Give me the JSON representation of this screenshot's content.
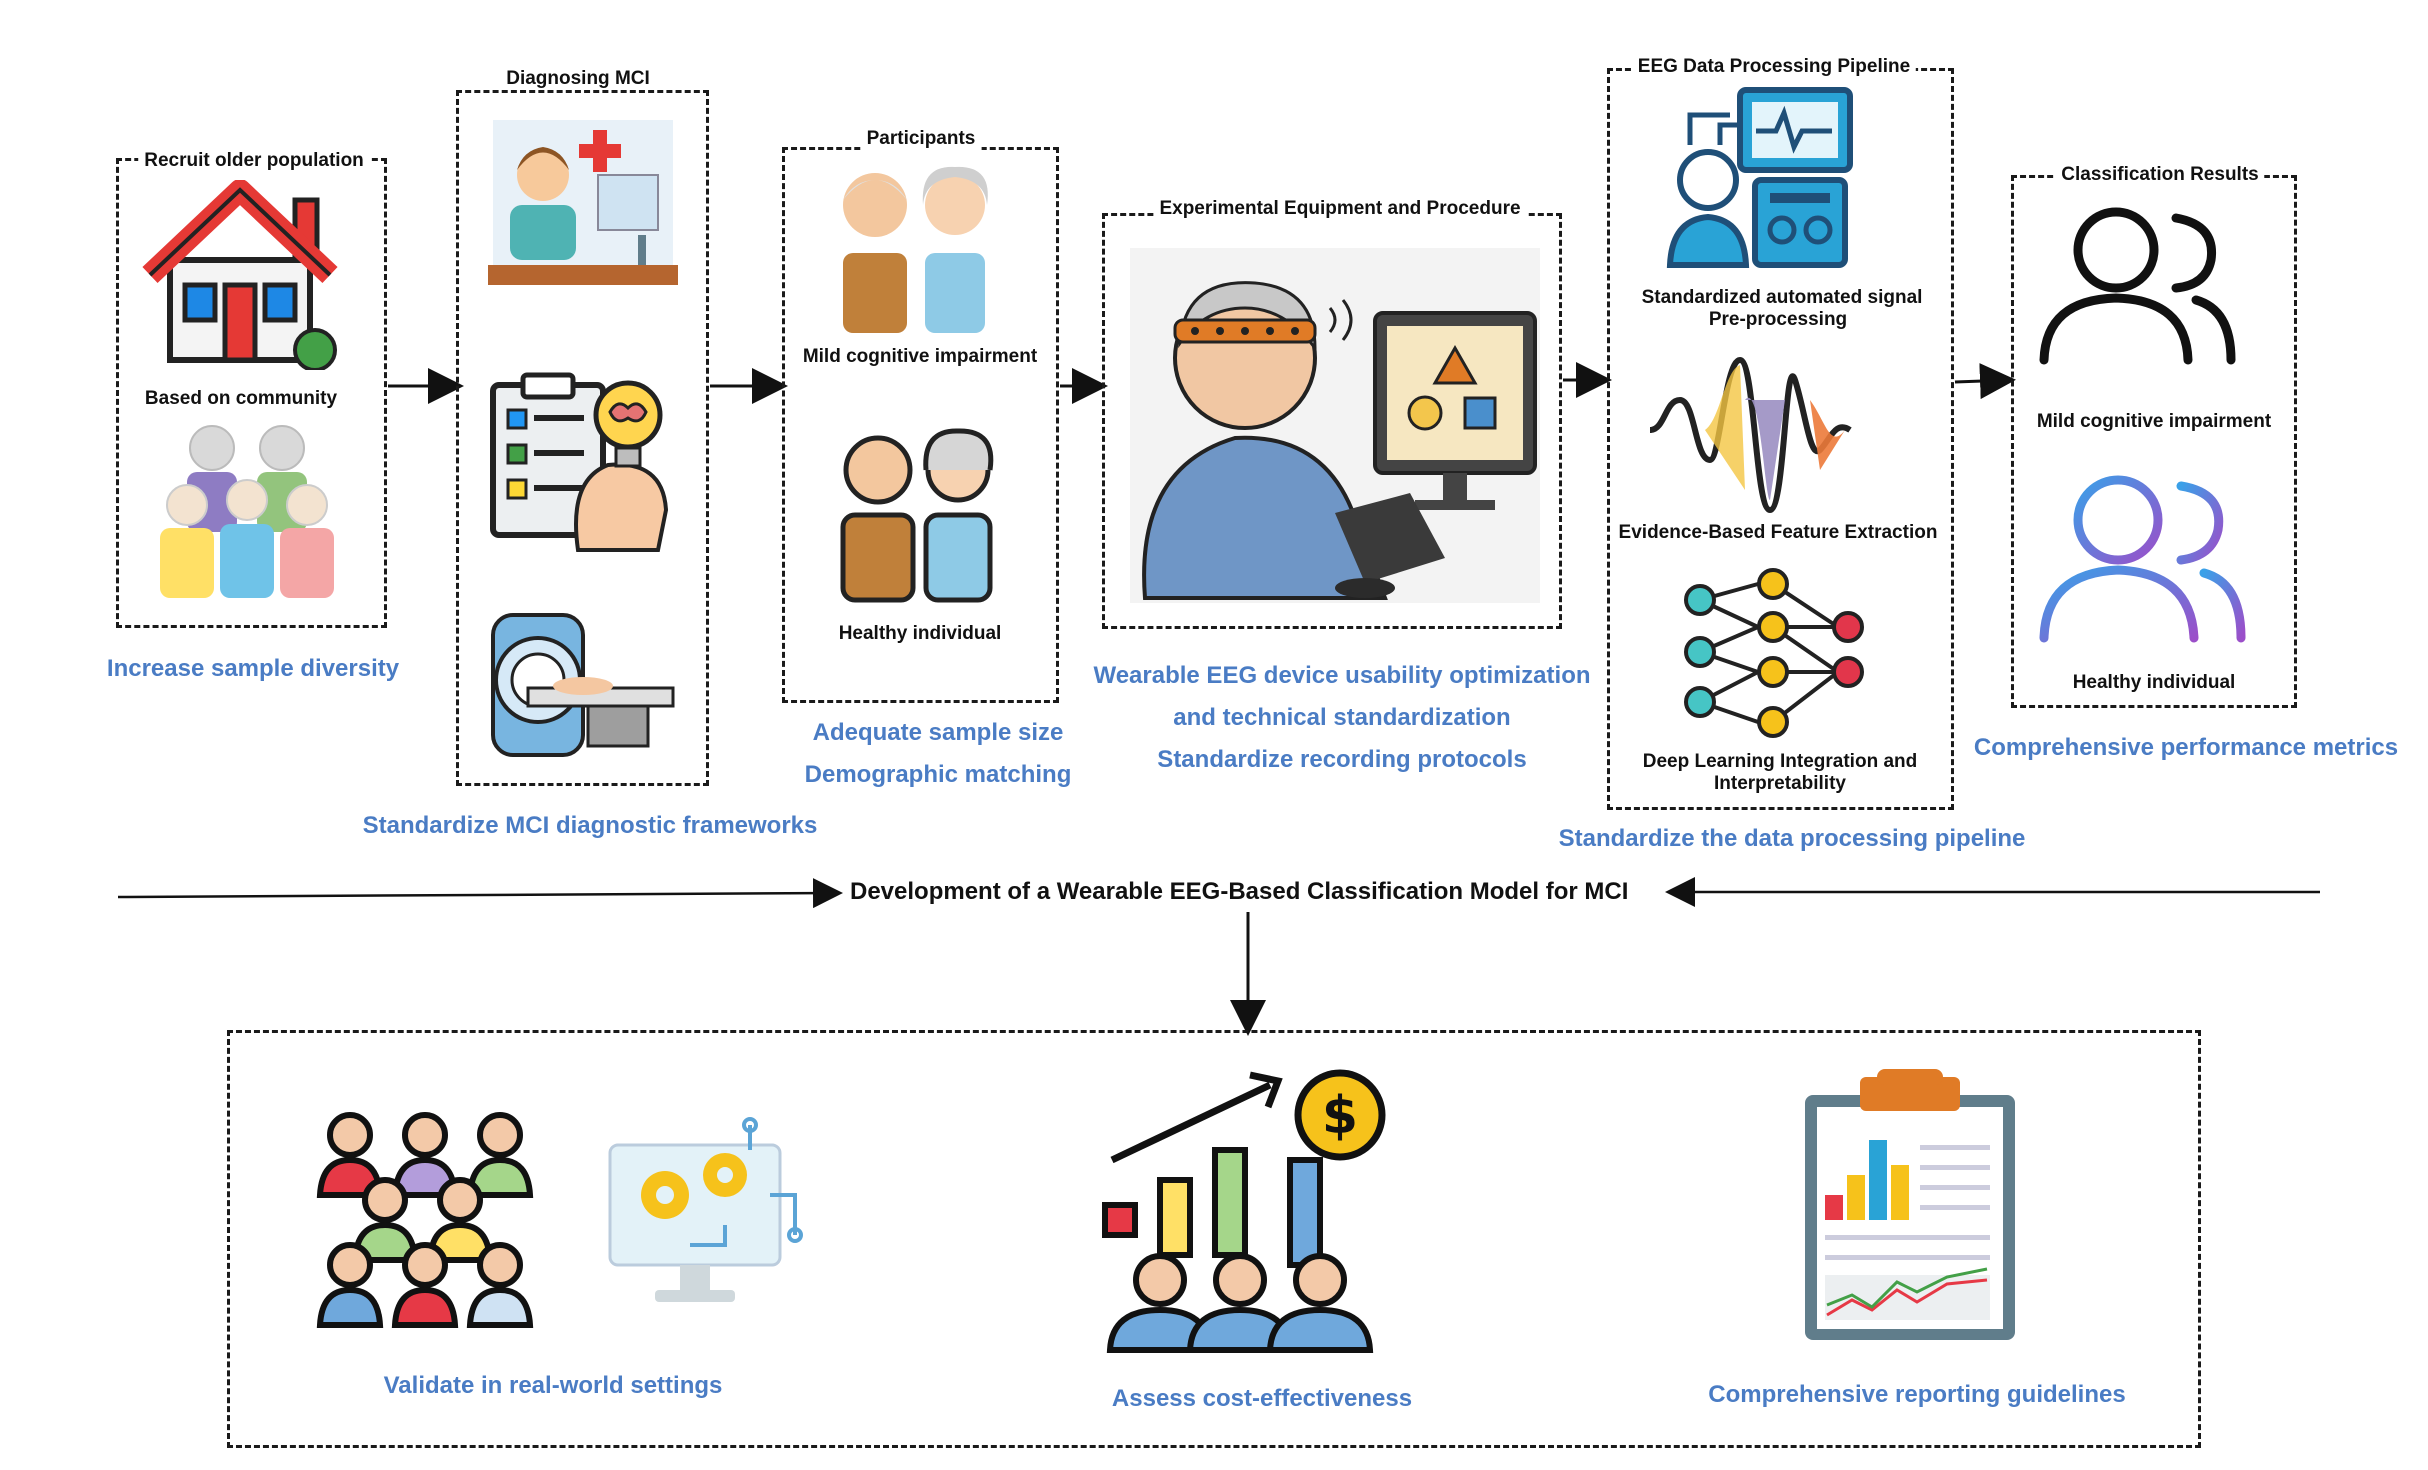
{
  "title": "Development of a Wearable EEG-Based Classification Model for MCI",
  "stages": {
    "recruit": {
      "title": "Recruit older population",
      "label": "Based on community",
      "caption": "Increase sample diversity"
    },
    "diagnosing": {
      "title": "Diagnosing MCI",
      "caption": "Standardize MCI diagnostic frameworks"
    },
    "participants": {
      "title": "Participants",
      "group1": "Mild cognitive impairment",
      "group2": "Healthy individual",
      "caption1": "Adequate sample size",
      "caption2": "Demographic matching"
    },
    "equipment": {
      "title": "Experimental Equipment and Procedure",
      "caption1": "Wearable EEG device usability optimization",
      "caption2": "and technical standardization",
      "caption3": "Standardize recording protocols"
    },
    "pipeline": {
      "title": "EEG Data Processing Pipeline",
      "step1a": "Standardized automated signal",
      "step1b": "Pre-processing",
      "step2": "Evidence-Based Feature Extraction",
      "step3a": "Deep Learning Integration and",
      "step3b": "Interpretability",
      "caption": "Standardize the data processing pipeline"
    },
    "results": {
      "title": "Classification Results",
      "group1": "Mild cognitive impairment",
      "group2": "Healthy individual",
      "caption": "Comprehensive performance metrics"
    }
  },
  "future": {
    "item1": "Validate in real-world settings",
    "item2": "Assess cost-effectiveness",
    "item3": "Comprehensive reporting guidelines"
  },
  "icons": [
    "house-icon",
    "community-group-icon",
    "doctor-icon",
    "checklist-brain-icon",
    "mri-scanner-icon",
    "elderly-couple-mci-icon",
    "elderly-couple-healthy-icon",
    "eeg-user-computer-icon",
    "eeg-monitor-icon",
    "waveform-icon",
    "neural-network-icon",
    "user-group-black-icon",
    "user-group-purple-icon",
    "crowd-icon",
    "settings-monitor-icon",
    "cost-chart-icon",
    "report-clipboard-icon"
  ],
  "colors": {
    "caption_blue": "#4a7cc4",
    "line": "#1a1a1a"
  }
}
